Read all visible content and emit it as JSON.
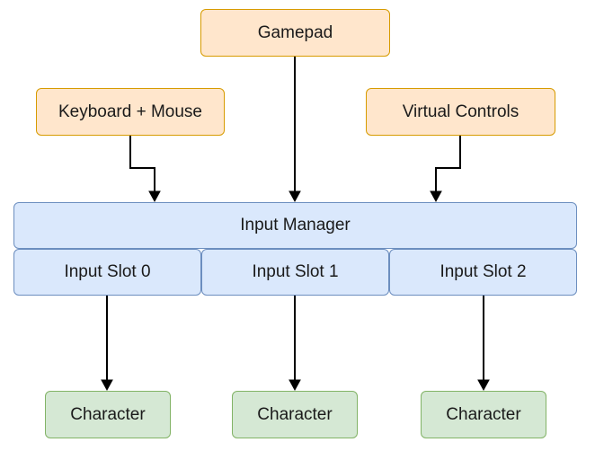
{
  "sources": {
    "gamepad": "Gamepad",
    "keyboard_mouse": "Keyboard + Mouse",
    "virtual_controls": "Virtual Controls"
  },
  "manager": {
    "label": "Input Manager",
    "slots": [
      "Input Slot 0",
      "Input Slot 1",
      "Input Slot 2"
    ]
  },
  "characters": [
    "Character",
    "Character",
    "Character"
  ],
  "colors": {
    "source_fill": "#ffe6cc",
    "source_border": "#d79b00",
    "manager_fill": "#dae8fc",
    "manager_border": "#6c8ebf",
    "character_fill": "#d5e8d4",
    "character_border": "#82b366"
  }
}
